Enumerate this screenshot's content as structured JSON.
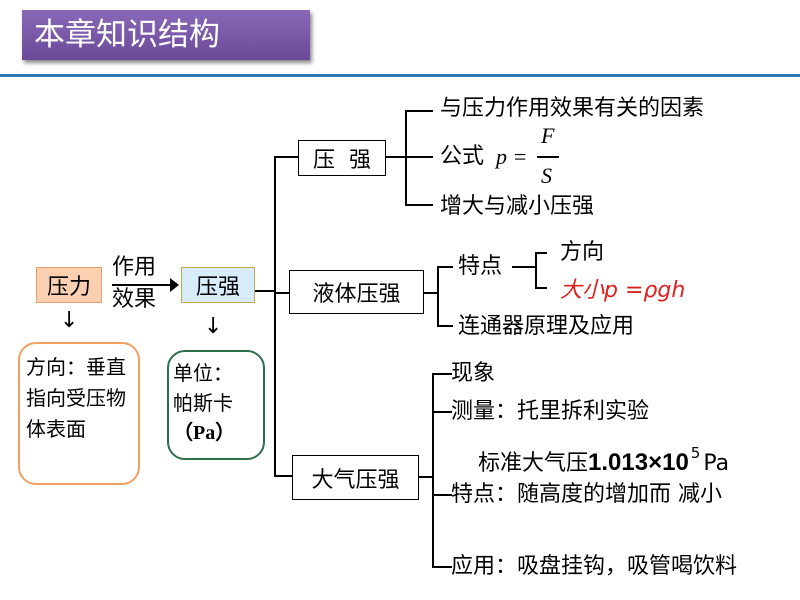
{
  "title": "本章知识结构",
  "left": {
    "force": "压力",
    "arrow_label_1": "作用",
    "arrow_label_2": "效果",
    "pressure": "压强",
    "force_note": "方向：垂直指向受压物体表面",
    "pressure_note_1": "单位：",
    "pressure_note_2": "帕斯卡",
    "pressure_note_3": "（Pa）"
  },
  "solid": {
    "label": "压  强",
    "items": [
      "与压力作用效果有关的因素",
      "增大与减小压强"
    ],
    "formula_label": "公式",
    "formula_lhs": "p =",
    "formula_num": "F",
    "formula_den": "S"
  },
  "liquid": {
    "label": "液体压强",
    "feature": "特点",
    "direction": "方向",
    "size": "大小p =ρgh",
    "connector": "连通器原理及应用"
  },
  "atmos": {
    "label": "大气压强",
    "items": {
      "phenomenon": "现象",
      "measure": "测量：托里拆利实验",
      "standard": "标准大气压",
      "standard_value": "1.013×10",
      "exponent": "5",
      "unit": "Pa",
      "feature": "特点：随高度的增加而 减小",
      "application": "应用：吸盘挂钩，吸管喝饮料"
    }
  },
  "colors": {
    "title_bg": "#7b5aa6",
    "rule": "#2a7ab8",
    "red": "#e02020"
  }
}
